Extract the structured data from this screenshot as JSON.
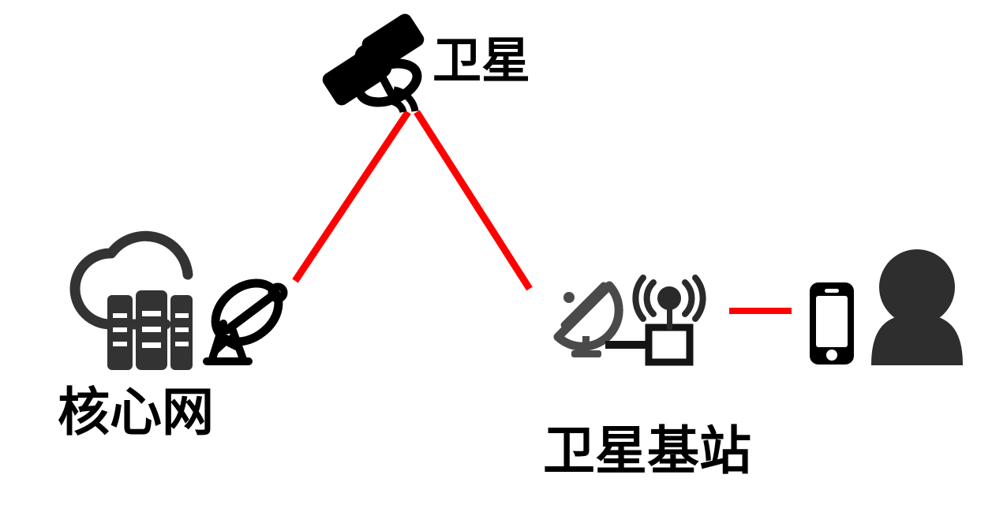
{
  "diagram": {
    "title": "Satellite communication network topology",
    "background_color": "#ffffff",
    "link_color_wireless": "#ff0000",
    "link_color_wired": "#141414",
    "icon_color_black": "#000000",
    "icon_color_dark_gray": "#2e2e2e",
    "icon_color_gray": "#4a4a4a"
  },
  "nodes": {
    "satellite": {
      "label": "卫星",
      "icon": "satellite-icon"
    },
    "core_network": {
      "label": "核心网",
      "icons": [
        "cloud-icon",
        "server-rack-icon",
        "ground-station-dish-icon"
      ]
    },
    "satellite_base_station": {
      "label": "卫星基站",
      "icons": [
        "base-station-dish-icon",
        "antenna-tower-icon",
        "equipment-box-icon"
      ]
    },
    "user_equipment": {
      "icons": [
        "smartphone-icon",
        "user-avatar-icon"
      ]
    }
  },
  "links": [
    {
      "name": "core-network-to-satellite",
      "from": "core_network",
      "to": "satellite",
      "style": "solid",
      "color": "#ff0000",
      "kind": "wireless"
    },
    {
      "name": "satellite-to-base-station",
      "from": "satellite",
      "to": "satellite_base_station",
      "style": "solid",
      "color": "#ff0000",
      "kind": "wireless"
    },
    {
      "name": "base-station-dish-to-equipment-box",
      "from": "base_station_dish",
      "to": "equipment_box",
      "style": "solid",
      "color": "#141414",
      "kind": "wired"
    },
    {
      "name": "base-station-to-user-equipment",
      "from": "satellite_base_station",
      "to": "user_equipment",
      "style": "solid",
      "color": "#ff0000",
      "kind": "wireless"
    }
  ]
}
